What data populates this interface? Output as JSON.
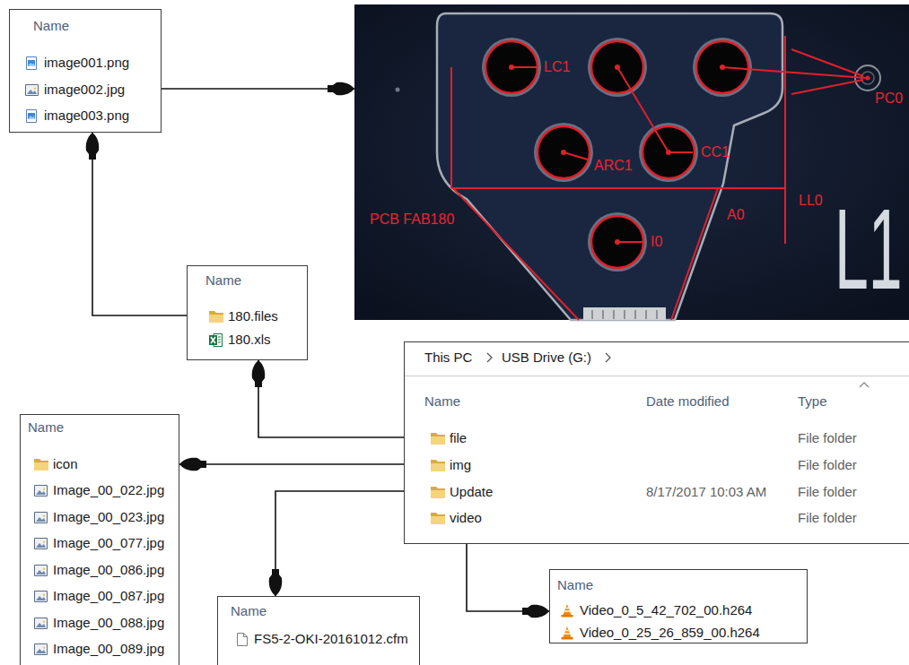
{
  "diagram": {
    "nodes": [
      {
        "text": [
          "Name",
          "image001.png",
          "image002.jpg",
          "image003.png"
        ]
      },
      {
        "text": [
          "LC1",
          "ARC1",
          "CC1",
          "PC0",
          "PCB FAB180",
          "A0",
          "LL0",
          "I0",
          "L1"
        ]
      },
      {
        "text": [
          "Name",
          "180.files",
          "180.xls"
        ]
      },
      {
        "text": [
          "This PC",
          "USB Drive (G:)",
          "Name",
          "Date modified",
          "Type",
          "file",
          "File folder",
          "img",
          "File folder",
          "Update",
          "8/17/2017 10:03 AM",
          "File folder",
          "video",
          "File folder"
        ]
      },
      {
        "text": [
          "Name",
          "icon",
          "Image_00_022.jpg",
          "Image_00_023.jpg",
          "Image_00_077.jpg",
          "Image_00_086.jpg",
          "Image_00_087.jpg",
          "Image_00_088.jpg",
          "Image_00_089.jpg"
        ]
      },
      {
        "text": [
          "Name",
          "FS5-2-OKI-20161012.cfm"
        ]
      },
      {
        "text": [
          "Name",
          "Video_0_5_42_702_00.h264",
          "Video_0_25_26_859_00.h264"
        ]
      }
    ],
    "edges": [
      {
        "from": 0,
        "to": 1,
        "arrow": "to"
      },
      {
        "from": 2,
        "to": 0,
        "arrow": "to"
      },
      {
        "from": 3,
        "to": 2,
        "arrow": "to"
      },
      {
        "from": 3,
        "to": 4,
        "arrow": "to"
      },
      {
        "from": 3,
        "to": 5,
        "arrow": "to"
      },
      {
        "from": 3,
        "to": 6,
        "arrow": "to"
      }
    ]
  }
}
